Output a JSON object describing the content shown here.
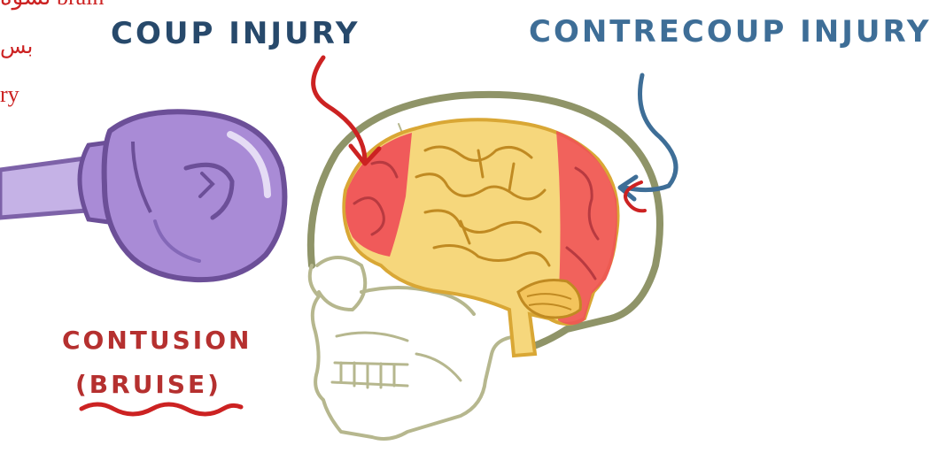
{
  "labels": {
    "coup": "COUP INJURY",
    "contrecoup": "CONTRECOUP INJURY",
    "contusion": "CONTUSION",
    "bruise": "(BRUISE)"
  },
  "overlay_text": {
    "line1": "تشوه brain",
    "line2": "بس",
    "line3": "ry"
  },
  "colors": {
    "coup_label": "#27496b",
    "contrecoup_label": "#3e6e97",
    "contusion_label": "#b5302f",
    "glove": "#a98bd6",
    "brain": "#f6d77c",
    "injury": "#f04d57",
    "skull_outline": "#8f9468",
    "red_annotation": "#cc2222"
  },
  "icons": [
    "boxing-glove-icon",
    "skull-icon",
    "brain-icon"
  ]
}
